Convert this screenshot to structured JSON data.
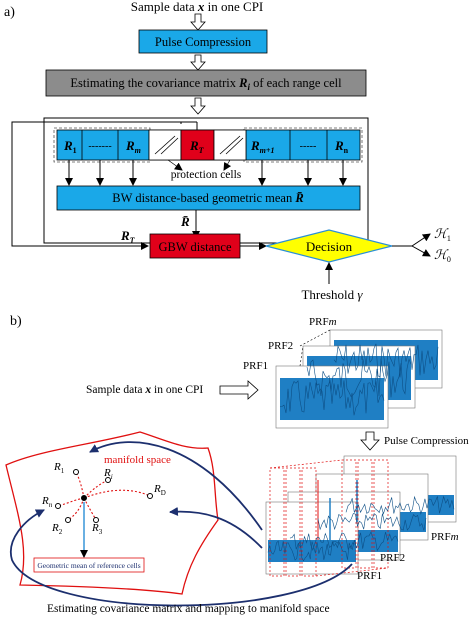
{
  "part_a": {
    "label": "a)",
    "input": {
      "prefix": "Sample data ",
      "var": "x",
      "suffix": " in one CPI"
    },
    "pulse_compression": "Pulse Compression",
    "estimating": {
      "prefix": "Estimating the covariance matrix ",
      "var": "R",
      "sub": "i",
      "suffix": " of each range cell"
    },
    "cells": {
      "r1": {
        "var": "R",
        "sub": "1"
      },
      "dash_left": "-------",
      "rm": {
        "var": "R",
        "sub": "m"
      },
      "rt": {
        "var": "R",
        "sub": "T"
      },
      "rm1": {
        "var": "R",
        "sub": "m+1"
      },
      "dash_right": "-----",
      "rn": {
        "var": "R",
        "sub": "n"
      }
    },
    "protection_cells": "protection  cells",
    "bw_mean": {
      "prefix": "BW distance-based geometric mean ",
      "var": "R̄"
    },
    "rbar_label": "R̄",
    "rt_label": {
      "var": "R",
      "sub": "T"
    },
    "gbw_distance": "GBW distance",
    "decision": "Decision",
    "h1": {
      "var": "ℋ",
      "sub": "1"
    },
    "h0": {
      "var": "ℋ",
      "sub": "0"
    },
    "threshold": {
      "prefix": "Threshold ",
      "var": "γ"
    }
  },
  "part_b": {
    "label": "b)",
    "input": {
      "prefix": "Sample data ",
      "var": "x",
      "suffix": " in one CPI"
    },
    "prf_labels_top": [
      "PRF",
      "PRF2",
      "PRF1"
    ],
    "prf_m_var": "m",
    "pulse_compression": "Pulse Compression",
    "prf_labels_bottom": [
      "PRF",
      "PRF2",
      "PRF1"
    ],
    "manifold_space": "manifold space",
    "points": [
      {
        "var": "R",
        "sub": "1"
      },
      {
        "var": "R",
        "sub": "i"
      },
      {
        "var": "R",
        "sub": "n"
      },
      {
        "var": "R",
        "sub": "D"
      },
      {
        "var": "R",
        "sub": "2"
      },
      {
        "var": "R",
        "sub": "3"
      }
    ],
    "geo_mean_box": "Geometric mean of reference cells",
    "caption": "Estimating covariance matrix and mapping to manifold space"
  },
  "colors": {
    "blue_box": "#1aa8e8",
    "gray_box": "#8c8c8c",
    "red_box": "#e0001a",
    "decision": "#ffff00",
    "signal": "#1f7fc4",
    "manifold": "#e01010",
    "navy_arrow": "#1c2f6e"
  }
}
